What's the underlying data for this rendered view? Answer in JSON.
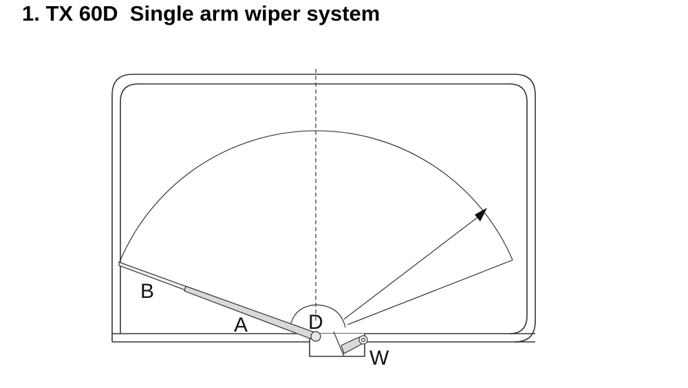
{
  "title": "1. TX 60D  Single arm wiper system",
  "labels": {
    "a": "A",
    "b": "B",
    "d": "D",
    "w": "W"
  },
  "colors": {
    "line": "#333333",
    "arm_fill": "#d9d9d9"
  }
}
